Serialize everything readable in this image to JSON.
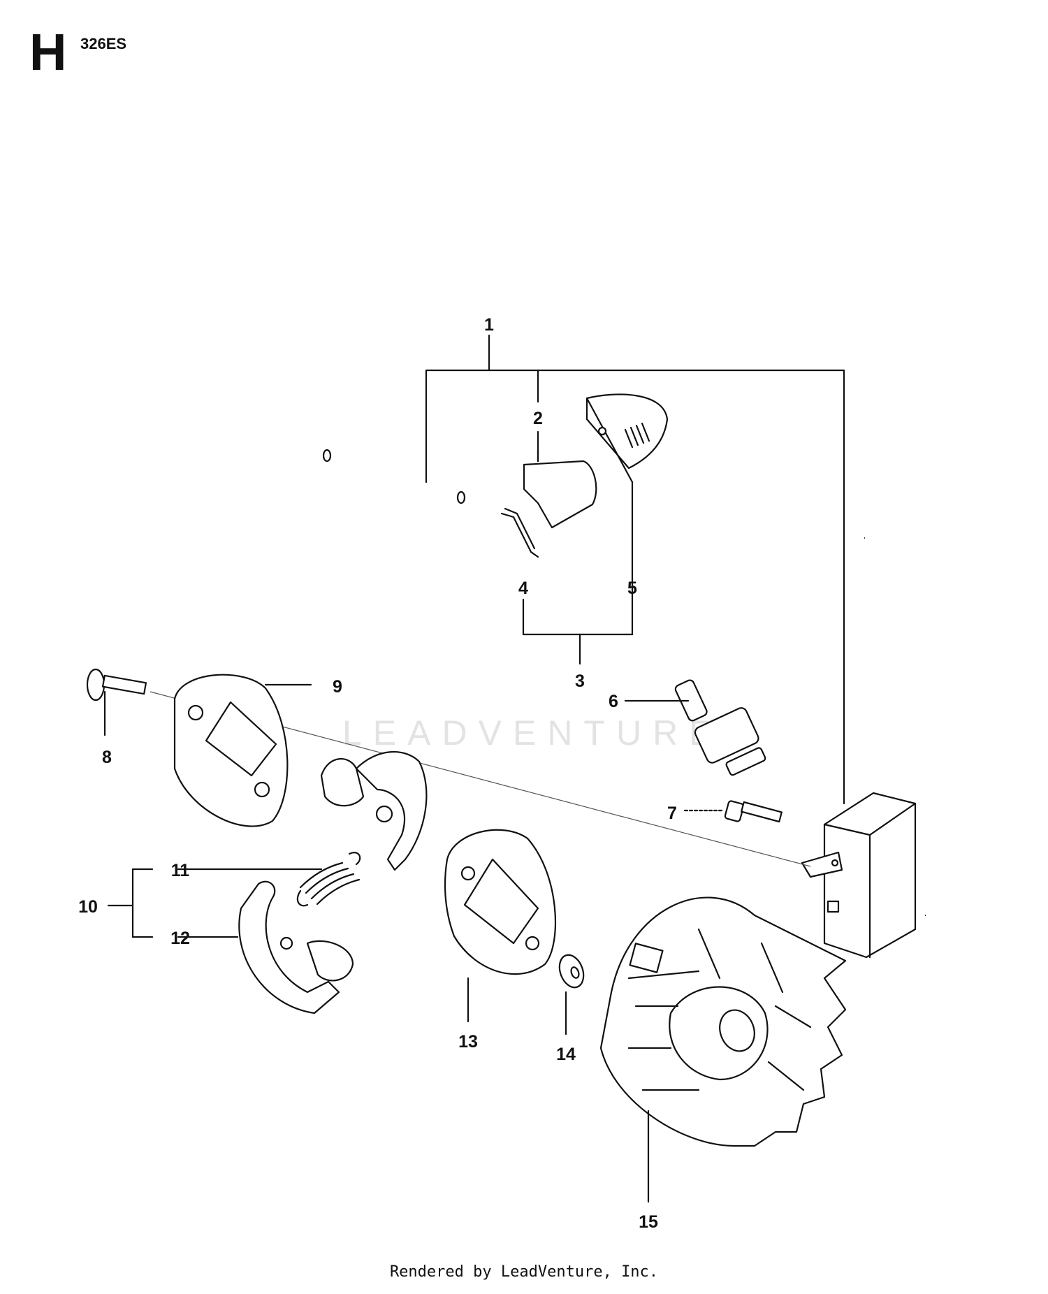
{
  "header": {
    "section_letter": "H",
    "model": "326ES"
  },
  "watermark": {
    "text": "LEADVENTURE"
  },
  "footer": {
    "text": "Rendered by LeadVenture, Inc."
  },
  "callouts": [
    "1",
    "2",
    "3",
    "4",
    "5",
    "6",
    "7",
    "8",
    "9",
    "10",
    "11",
    "12",
    "13",
    "14",
    "15"
  ]
}
